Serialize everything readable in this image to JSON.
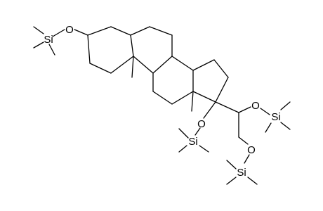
{
  "molecule": {
    "atoms": {
      "o3": "O",
      "si3": "Si",
      "o17": "O",
      "si17": "Si",
      "o20": "O",
      "si20": "Si",
      "o21": "O",
      "si21": "Si"
    },
    "colors": {
      "bond": "#000000",
      "label": "#000000",
      "background": "#ffffff"
    }
  }
}
